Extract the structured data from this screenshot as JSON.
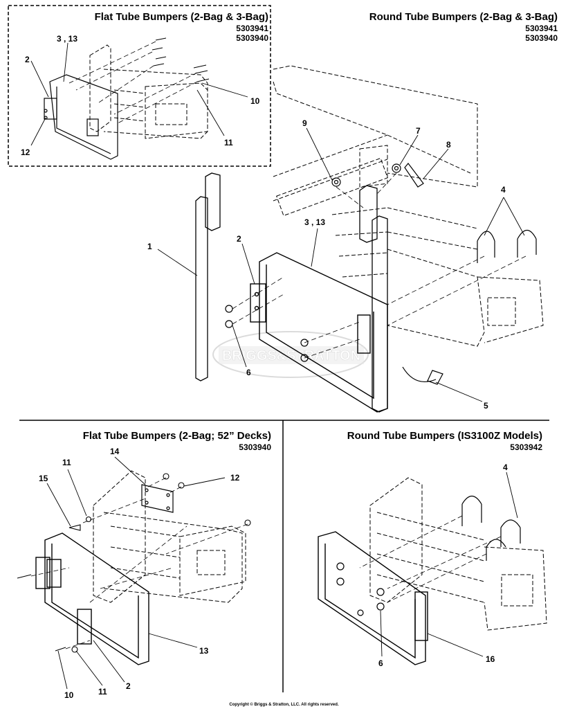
{
  "panels": {
    "top_left": {
      "title": "Flat Tube Bumpers (2-Bag & 3-Bag)",
      "part_numbers": [
        "5303941",
        "5303940"
      ]
    },
    "top_right": {
      "title": "Round Tube Bumpers (2-Bag & 3-Bag)",
      "part_numbers": [
        "5303941",
        "5303940"
      ]
    },
    "bottom_left": {
      "title": "Flat Tube Bumpers (2-Bag; 52” Decks)",
      "part_numbers": [
        "5303940"
      ]
    },
    "bottom_right": {
      "title": "Round Tube Bumpers (IS3100Z Models)",
      "part_numbers": [
        "5303942"
      ]
    }
  },
  "callouts": {
    "tl": [
      "2",
      "3 , 13",
      "10",
      "11",
      "12"
    ],
    "main": [
      "9",
      "7",
      "8",
      "4",
      "3 , 13",
      "2",
      "1",
      "6",
      "5"
    ],
    "bl": [
      "11",
      "14",
      "12",
      "15",
      "13",
      "10",
      "11",
      "2"
    ],
    "br": [
      "4",
      "6",
      "16"
    ]
  },
  "watermark": "BRIGGS&STRATTON",
  "copyright": "Copyright © Briggs & Stratton, LLC. All rights reserved."
}
